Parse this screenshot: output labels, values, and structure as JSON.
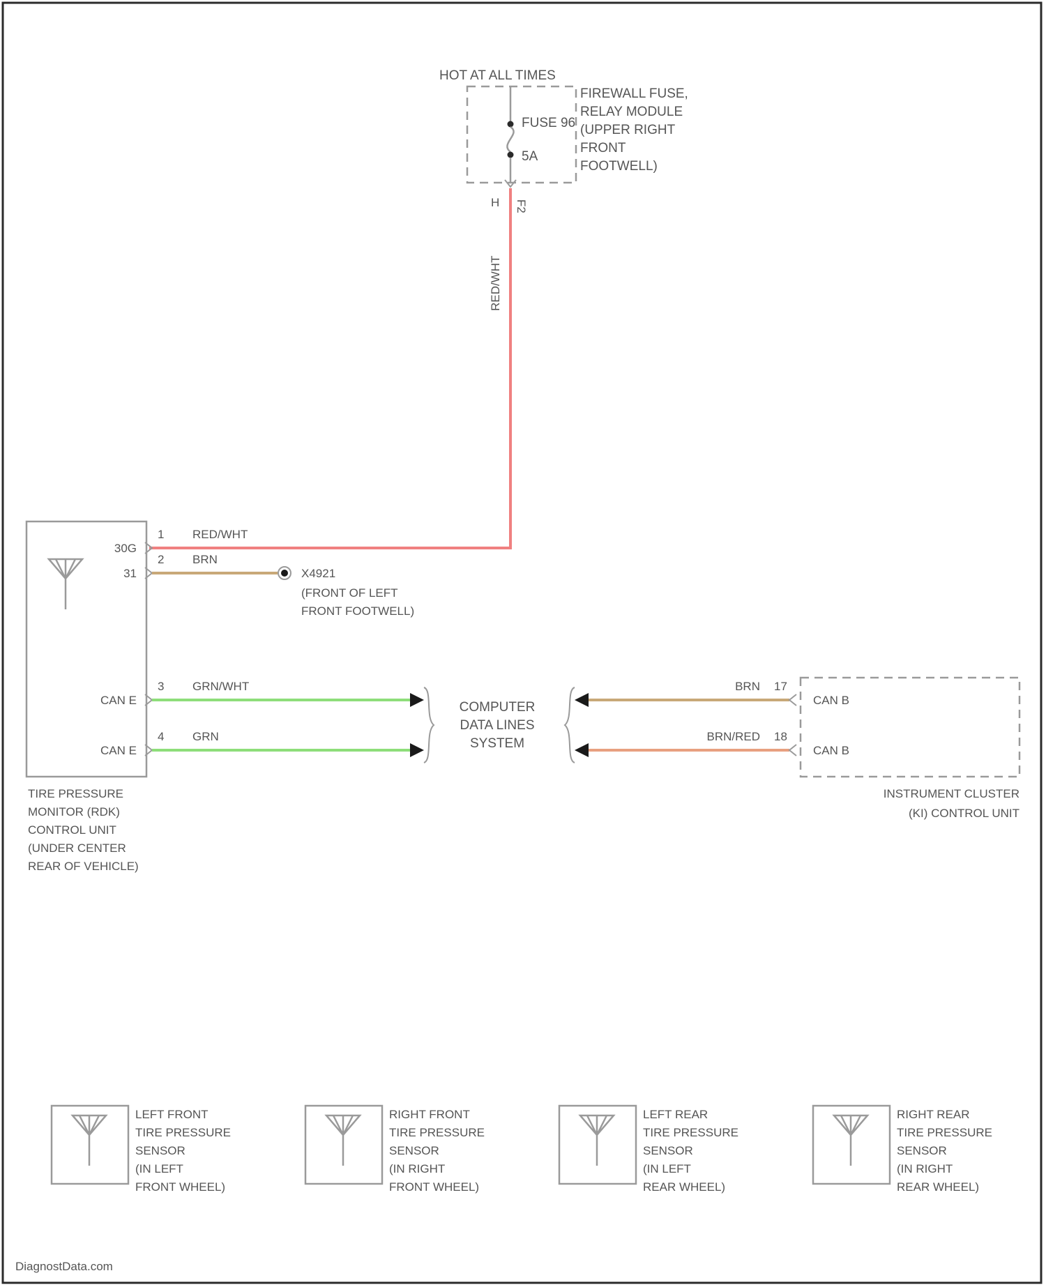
{
  "colors": {
    "red_wht": "#f08080",
    "brn": "#c8a878",
    "grn": "#8ede7a",
    "brn_red": "#e8a080",
    "line": "#9a9a9a",
    "arrow": "#1a1a1a"
  },
  "power_source": {
    "hot_label": "HOT AT ALL TIMES",
    "fuse_name": "FUSE 96",
    "fuse_rating": "5A",
    "location_lines": [
      "FIREWALL FUSE,",
      "RELAY MODULE",
      "(UPPER RIGHT",
      "FRONT",
      "FOOTWELL)"
    ],
    "pin_a": "H",
    "pin_b": "F2"
  },
  "vertical_wire_label": "RED/WHT",
  "rdk_unit": {
    "name_lines": [
      "TIRE PRESSURE",
      "MONITOR (RDK)",
      "CONTROL UNIT",
      "(UNDER CENTER",
      "REAR OF VEHICLE)"
    ],
    "pins": [
      {
        "terminal": "30G",
        "number": "1",
        "wire": "RED/WHT"
      },
      {
        "terminal": "31",
        "number": "2",
        "wire": "BRN"
      },
      {
        "terminal": "CAN E",
        "number": "3",
        "wire": "GRN/WHT"
      },
      {
        "terminal": "CAN E",
        "number": "4",
        "wire": "GRN"
      }
    ]
  },
  "ground": {
    "name": "X4921",
    "location_lines": [
      "(FRONT OF LEFT",
      "FRONT FOOTWELL)"
    ]
  },
  "data_lines": {
    "lines": [
      "COMPUTER",
      "DATA LINES",
      "SYSTEM"
    ]
  },
  "instrument_cluster": {
    "name_lines": [
      "INSTRUMENT CLUSTER",
      "(KI) CONTROL UNIT"
    ],
    "pins": [
      {
        "terminal": "CAN B",
        "number": "17",
        "wire": "BRN"
      },
      {
        "terminal": "CAN B",
        "number": "18",
        "wire": "BRN/RED"
      }
    ]
  },
  "sensors": [
    {
      "lines": [
        "LEFT FRONT",
        "TIRE PRESSURE",
        "SENSOR",
        "(IN LEFT",
        "FRONT WHEEL)"
      ]
    },
    {
      "lines": [
        "RIGHT FRONT",
        "TIRE PRESSURE",
        "SENSOR",
        "(IN RIGHT",
        "FRONT WHEEL)"
      ]
    },
    {
      "lines": [
        "LEFT REAR",
        "TIRE PRESSURE",
        "SENSOR",
        "(IN LEFT",
        "REAR WHEEL)"
      ]
    },
    {
      "lines": [
        "RIGHT REAR",
        "TIRE PRESSURE",
        "SENSOR",
        "(IN RIGHT",
        "REAR WHEEL)"
      ]
    }
  ],
  "watermark": "DiagnostData.com"
}
